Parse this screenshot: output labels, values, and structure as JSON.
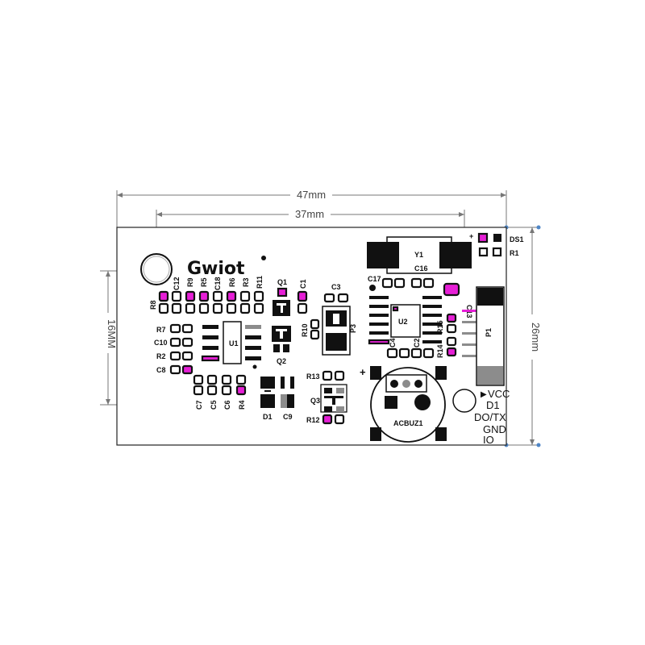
{
  "dimensions": {
    "width_47": "47mm",
    "width_37": "37mm",
    "height_16": "16MM",
    "height_26": "26mm"
  },
  "brand": "Gwiot",
  "components": {
    "r8": "R8",
    "c12": "C12",
    "r9": "R9",
    "r5": "R5",
    "c18": "C18",
    "r6": "R6",
    "r3": "R3",
    "r11": "R11",
    "q1": "Q1",
    "c1": "C1",
    "q2": "Q2",
    "r10": "R10",
    "c3": "C3",
    "p3": "P3",
    "r7": "R7",
    "c10": "C10",
    "r2": "R2",
    "c8": "C8",
    "u1": "U1",
    "c7": "C7",
    "c5": "C5",
    "c6": "C6",
    "r4": "R4",
    "d1": "D1",
    "c9": "C9",
    "r13": "R13",
    "q3": "Q3",
    "r12": "R12",
    "y1": "Y1",
    "c16": "C16",
    "c17": "C17",
    "u2": "U2",
    "c4": "C4",
    "c2": "C2",
    "c13": "C13",
    "r15": "R15",
    "r14": "R14",
    "p1": "P1",
    "ds1": "DS1",
    "r1": "R1",
    "acbuz1": "ACBUZ1",
    "plus1": "+",
    "plus2": "+"
  },
  "pins": [
    "VCC",
    "D1",
    "DO/TX",
    "GND",
    "IO"
  ],
  "pin_marker": "▶",
  "colors": {
    "magenta": "#e61fd6",
    "black": "#111111",
    "grey": "#8c8c8c",
    "dim_line": "#777777",
    "dot": "#4f86c6"
  }
}
